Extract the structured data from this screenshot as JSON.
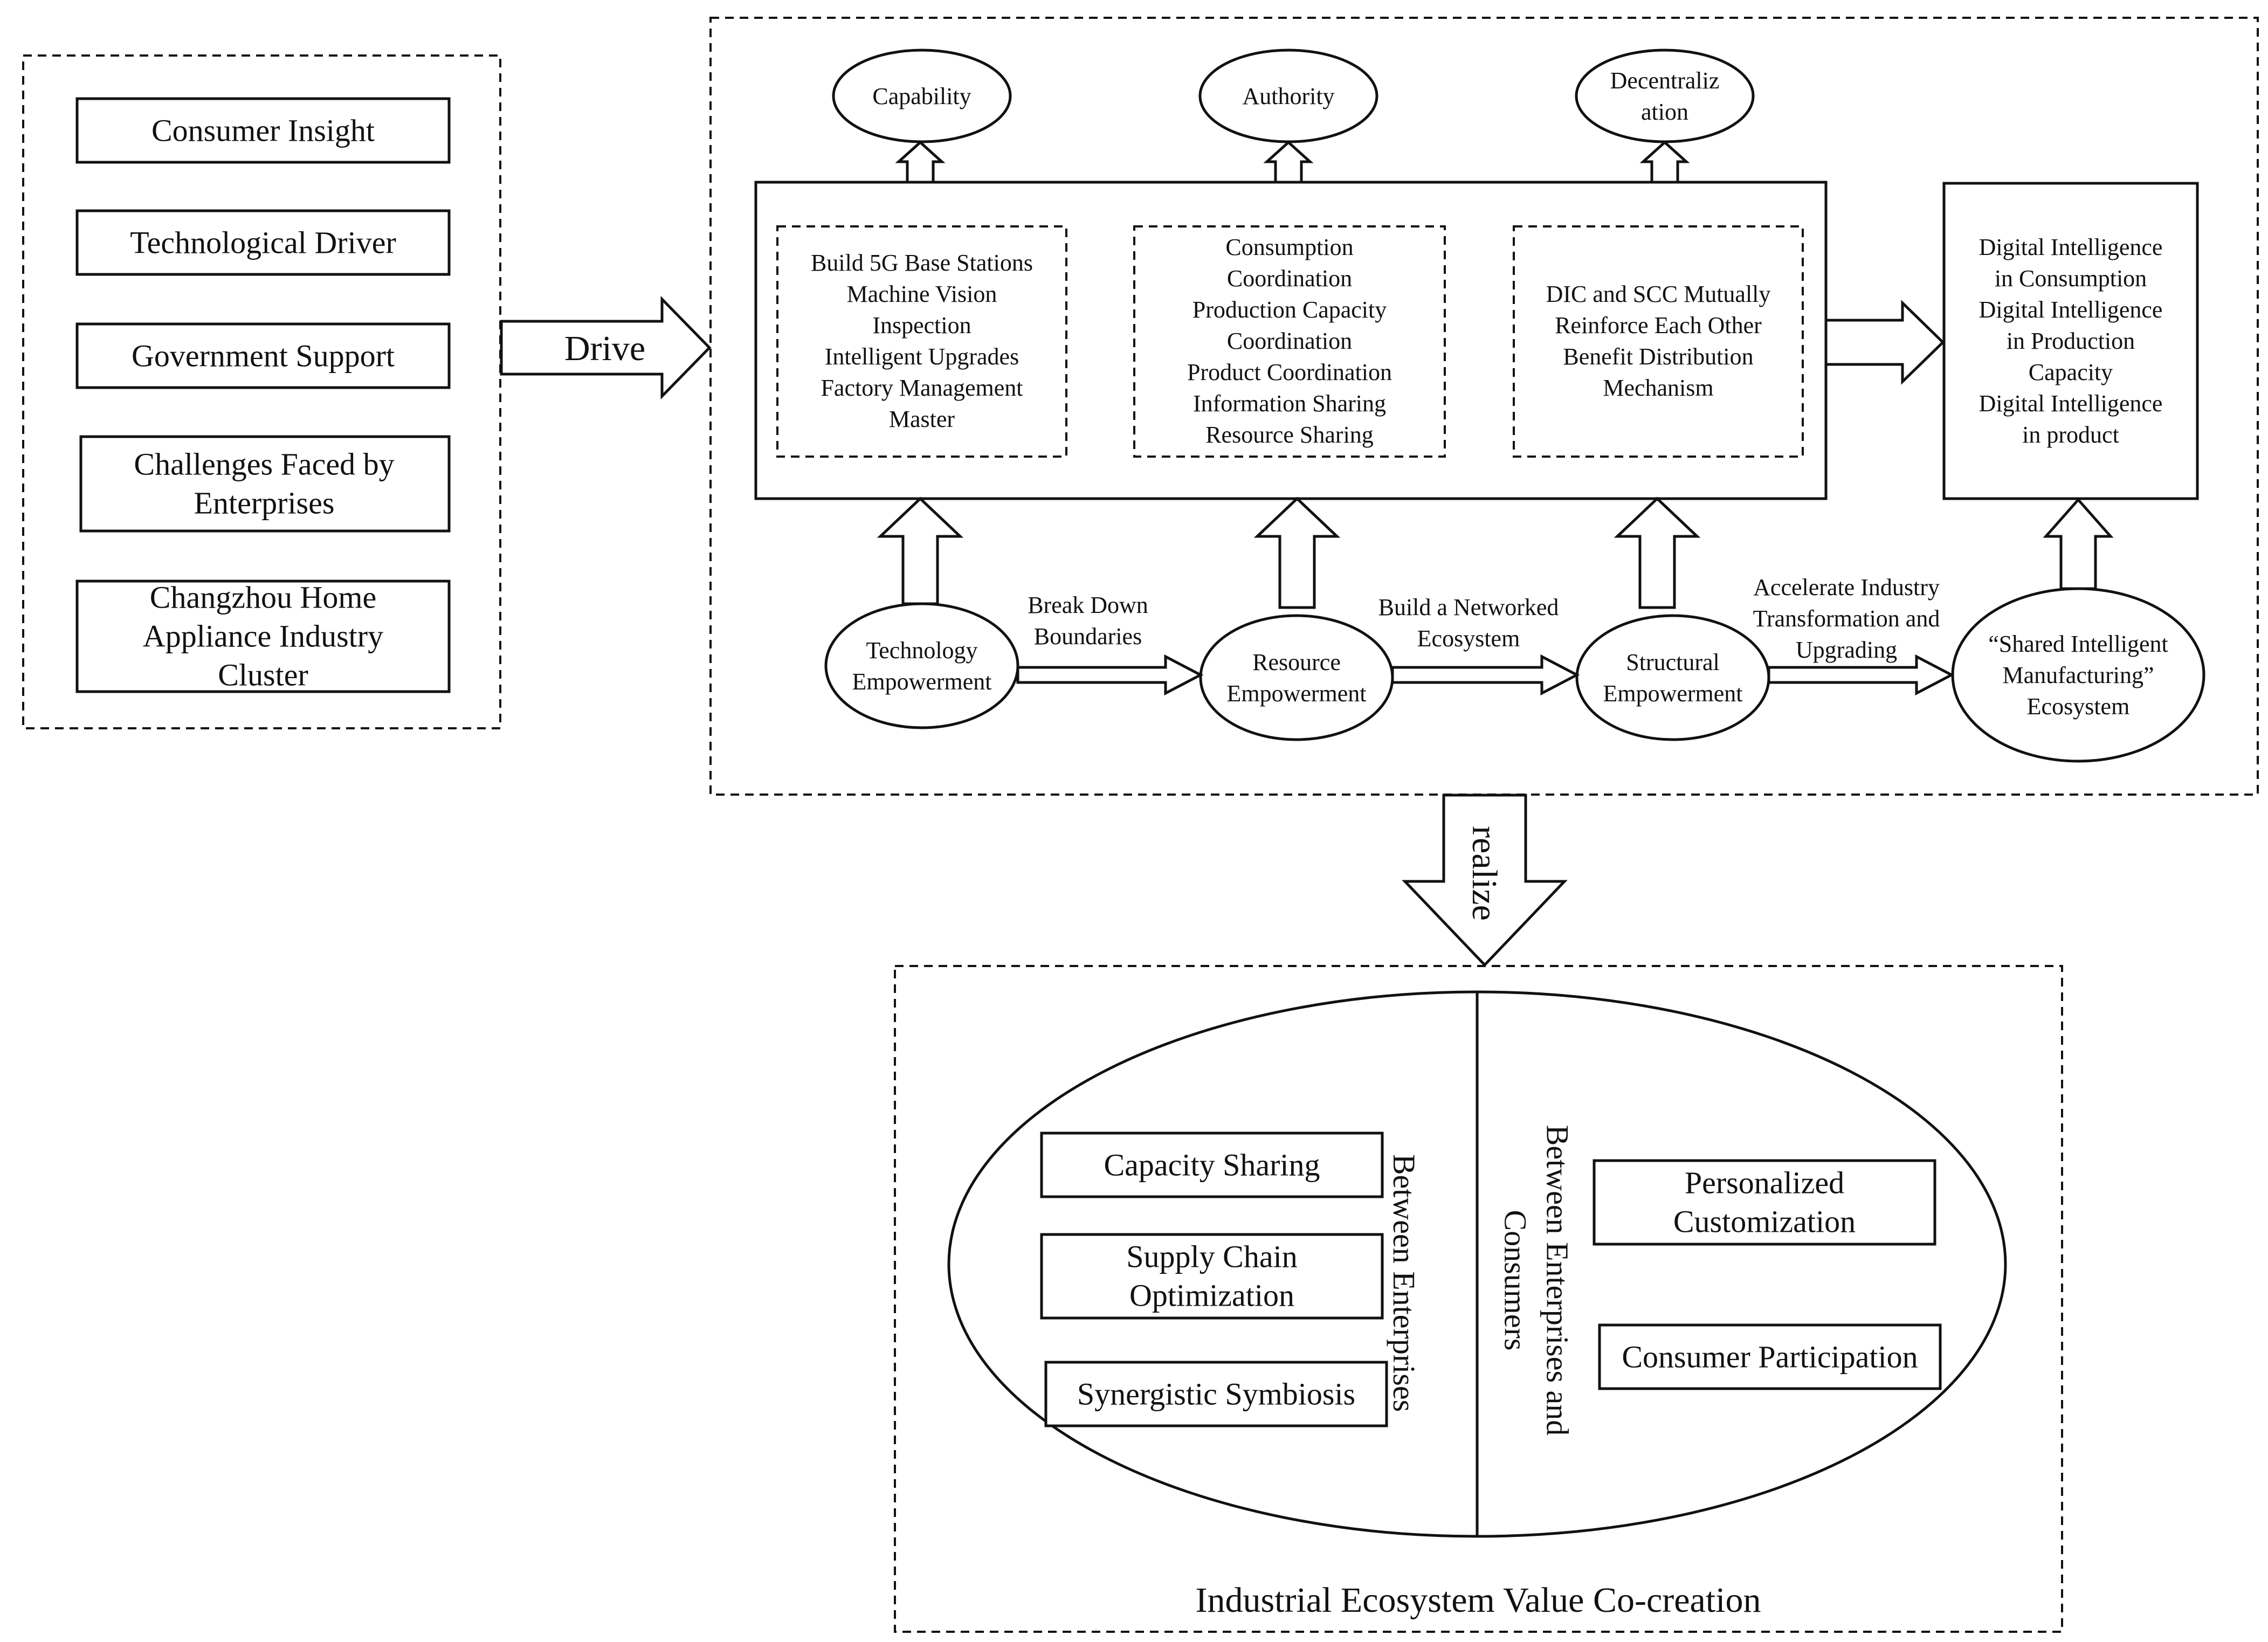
{
  "drivers": {
    "items": [
      [
        "Consumer Insight"
      ],
      [
        "Technological Driver"
      ],
      [
        "Government Support"
      ],
      [
        "Challenges Faced by",
        "Enterprises"
      ],
      [
        "Changzhou Home",
        "Appliance Industry",
        "Cluster"
      ]
    ]
  },
  "drive_label": "Drive",
  "realize_label": "realize",
  "outcomes": {
    "capability": [
      "Capability"
    ],
    "authority": [
      "Authority"
    ],
    "decentralization": [
      "Decentraliz",
      "ation"
    ]
  },
  "measures": {
    "technology": [
      "Build 5G Base Stations",
      "Machine Vision",
      "Inspection",
      "Intelligent Upgrades",
      "Factory Management",
      "Master"
    ],
    "resource": [
      "Consumption",
      "Coordination",
      "Production Capacity",
      "Coordination",
      "Product Coordination",
      "Information Sharing",
      "Resource Sharing"
    ],
    "structural": [
      "DIC and SCC Mutually",
      "Reinforce Each Other",
      "Benefit Distribution",
      "Mechanism"
    ]
  },
  "digital_intelligence": [
    "Digital Intelligence",
    "in Consumption",
    "Digital Intelligence",
    "in Production",
    "Capacity",
    "Digital Intelligence",
    "in product"
  ],
  "empowerment": {
    "technology": [
      "Technology",
      "Empowerment"
    ],
    "resource": [
      "Resource",
      "Empowerment"
    ],
    "structural": [
      "Structural",
      "Empowerment"
    ],
    "ecosystem": [
      "“Shared Intelligent",
      "Manufacturing”",
      "Ecosystem"
    ]
  },
  "transitions": {
    "break_down": [
      "Break Down",
      "Boundaries"
    ],
    "build_network": [
      "Build a Networked",
      "Ecosystem"
    ],
    "accelerate": [
      "Accelerate Industry",
      "Transformation and",
      "Upgrading"
    ]
  },
  "value_cocreation": {
    "title": "Industrial Ecosystem Value Co-creation",
    "between_enterprises_label": "Between Enterprises",
    "between_enterprises_items": [
      [
        "Capacity Sharing"
      ],
      [
        "Supply Chain",
        "Optimization"
      ],
      [
        "Synergistic Symbiosis"
      ]
    ],
    "enterprise_consumer_label": [
      "Between Enterprises and",
      "Consumers"
    ],
    "enterprise_consumer_items": [
      [
        "Personalized",
        "Customization"
      ],
      [
        "Consumer Participation"
      ]
    ]
  }
}
